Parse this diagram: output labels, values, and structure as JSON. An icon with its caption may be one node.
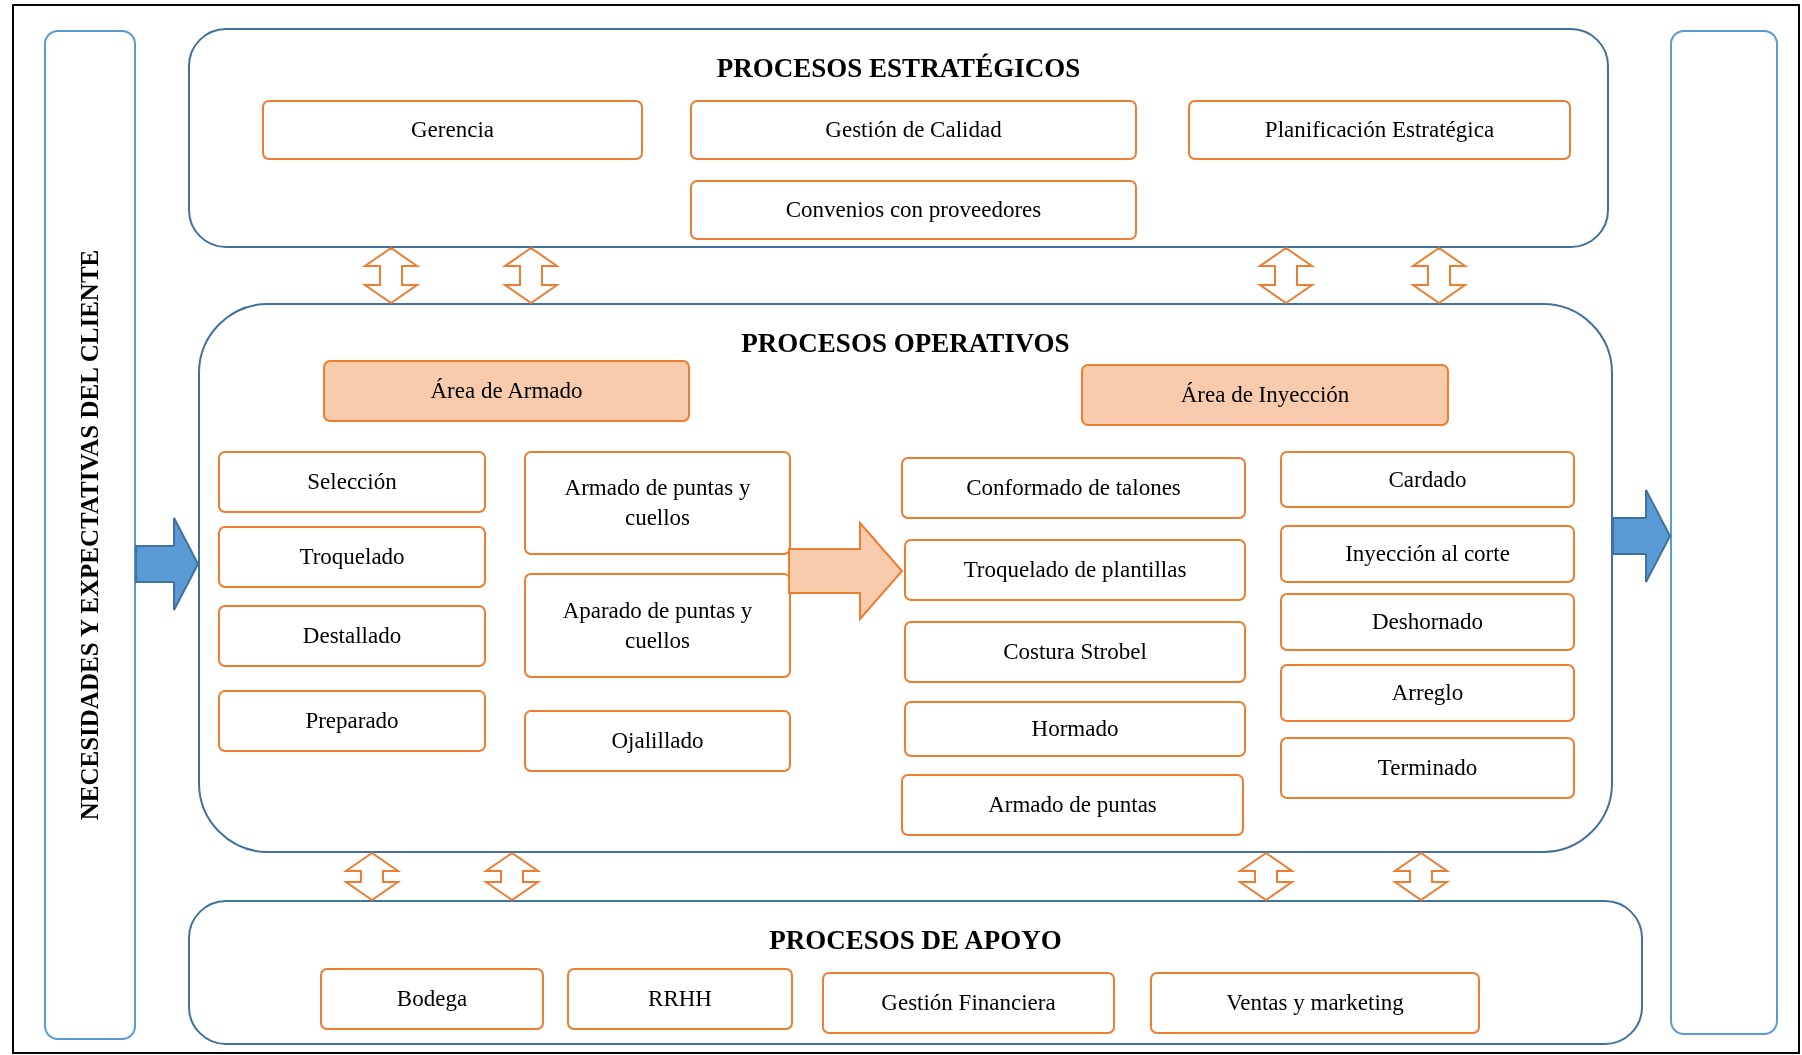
{
  "diagram": {
    "nodes": [
      {
        "text": [
          "NECESIDADES Y EXPECTATIVAS DEL CLIENTE"
        ]
      },
      {
        "text": [],
        "shape": "box"
      },
      {
        "text": [
          "PROCESOS ESTRATÉGICOS"
        ]
      },
      {
        "text": [
          "Gerencia"
        ],
        "in": 2
      },
      {
        "text": [
          "Gestión de Calidad"
        ],
        "in": 2
      },
      {
        "text": [
          "Planificación Estratégica"
        ],
        "in": 2
      },
      {
        "text": [
          "Convenios con proveedores"
        ],
        "in": 2
      },
      {
        "text": [
          "PROCESOS OPERATIVOS"
        ]
      },
      {
        "text": [
          "Área de Armado"
        ],
        "in": 7
      },
      {
        "text": [
          "Área de Inyección"
        ],
        "in": 7
      },
      {
        "text": [
          "Selección"
        ],
        "in": 7
      },
      {
        "text": [
          "Troquelado"
        ],
        "in": 7
      },
      {
        "text": [
          "Destallado"
        ],
        "in": 7
      },
      {
        "text": [
          "Preparado"
        ],
        "in": 7
      },
      {
        "text": [
          "Armado de puntas y cuellos"
        ],
        "in": 7
      },
      {
        "text": [
          "Aparado de puntas y cuellos"
        ],
        "in": 7
      },
      {
        "text": [
          "Ojalillado"
        ],
        "in": 7
      },
      {
        "text": [
          "Conformado de talones"
        ],
        "in": 7
      },
      {
        "text": [
          "Troquelado de plantillas"
        ],
        "in": 7
      },
      {
        "text": [
          "Costura Strobel"
        ],
        "in": 7
      },
      {
        "text": [
          "Hormado"
        ],
        "in": 7
      },
      {
        "text": [
          "Armado de puntas"
        ],
        "in": 7
      },
      {
        "text": [
          "Cardado"
        ],
        "in": 7
      },
      {
        "text": [
          "Inyección al corte"
        ],
        "in": 7
      },
      {
        "text": [
          "Deshornado"
        ],
        "in": 7
      },
      {
        "text": [
          "Arreglo"
        ],
        "in": 7
      },
      {
        "text": [
          "Terminado"
        ],
        "in": 7
      },
      {
        "text": [
          "PROCESOS DE APOYO"
        ]
      },
      {
        "text": [
          "Bodega"
        ],
        "in": 27
      },
      {
        "text": [
          "RRHH"
        ],
        "in": 27
      },
      {
        "text": [
          "Gestión Financiera"
        ],
        "in": 27
      },
      {
        "text": [
          "Ventas y marketing"
        ],
        "in": 27
      }
    ],
    "edges": [
      {
        "from": 2,
        "to": 7,
        "arrow": "both"
      },
      {
        "from": 2,
        "to": 7,
        "arrow": "both"
      },
      {
        "from": 2,
        "to": 7,
        "arrow": "both"
      },
      {
        "from": 2,
        "to": 7,
        "arrow": "both"
      },
      {
        "from": 7,
        "to": 27,
        "arrow": "both"
      },
      {
        "from": 7,
        "to": 27,
        "arrow": "both"
      },
      {
        "from": 7,
        "to": 27,
        "arrow": "both"
      },
      {
        "from": 7,
        "to": 27,
        "arrow": "both"
      },
      {
        "from": 15,
        "to": 18,
        "arrow": "to",
        "color": "#f8cbad"
      },
      {
        "from": 0,
        "to": 7,
        "arrow": "to",
        "color": "#5b9bd5"
      },
      {
        "from": 7,
        "to": 1,
        "arrow": "to",
        "color": "#5b9bd5"
      }
    ]
  }
}
